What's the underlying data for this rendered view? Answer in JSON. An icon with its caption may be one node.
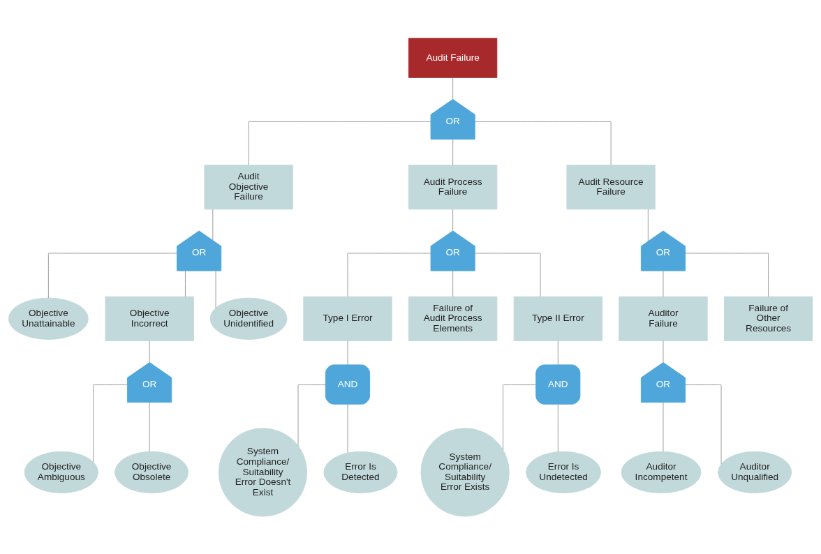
{
  "diagram": {
    "nodes": [
      {
        "text": [
          "Audit Failure"
        ]
      },
      {
        "text": [
          "OR"
        ]
      },
      {
        "text": [
          "Audit Objective Failure"
        ]
      },
      {
        "text": [
          "Audit Process Failure"
        ]
      },
      {
        "text": [
          "Audit Resource Failure"
        ]
      },
      {
        "text": [
          "OR"
        ]
      },
      {
        "text": [
          "OR"
        ]
      },
      {
        "text": [
          "OR"
        ]
      },
      {
        "text": [
          "Objective Unattainable"
        ]
      },
      {
        "text": [
          "Objective Incorrect"
        ]
      },
      {
        "text": [
          "Objective Unidentified"
        ]
      },
      {
        "text": [
          "Type I Error"
        ]
      },
      {
        "text": [
          "Failure of Audit Process Elements"
        ]
      },
      {
        "text": [
          "Type II Error"
        ]
      },
      {
        "text": [
          "Auditor Failure"
        ]
      },
      {
        "text": [
          "Failure of Other Resources"
        ]
      },
      {
        "text": [
          "OR"
        ]
      },
      {
        "text": [
          "AND"
        ]
      },
      {
        "text": [
          "AND"
        ]
      },
      {
        "text": [
          "OR"
        ]
      },
      {
        "text": [
          "System Compliance/ Suitability Error Doesn't Exist"
        ]
      },
      {
        "text": [
          "Error Is Detected"
        ]
      },
      {
        "text": [
          "System Compliance/ Suitability Error Exists"
        ]
      },
      {
        "text": [
          "Error Is Undetected"
        ]
      },
      {
        "text": [
          "Objective Ambiguous"
        ]
      },
      {
        "text": [
          "Objective Obsolete"
        ]
      },
      {
        "text": [
          "Auditor Incompetent"
        ]
      },
      {
        "text": [
          "Auditor Unqualified"
        ]
      }
    ],
    "edges": [
      {
        "from": 0,
        "to": 1,
        "arrow": "none"
      },
      {
        "from": 1,
        "to": 2,
        "arrow": "none"
      },
      {
        "from": 1,
        "to": 3,
        "arrow": "none"
      },
      {
        "from": 1,
        "to": 4,
        "arrow": "none"
      },
      {
        "from": 2,
        "to": 5,
        "arrow": "none"
      },
      {
        "from": 3,
        "to": 6,
        "arrow": "none"
      },
      {
        "from": 4,
        "to": 7,
        "arrow": "none"
      },
      {
        "from": 5,
        "to": 8,
        "arrow": "none"
      },
      {
        "from": 5,
        "to": 9,
        "arrow": "none"
      },
      {
        "from": 5,
        "to": 10,
        "arrow": "none"
      },
      {
        "from": 6,
        "to": 11,
        "arrow": "none"
      },
      {
        "from": 6,
        "to": 12,
        "arrow": "none"
      },
      {
        "from": 6,
        "to": 13,
        "arrow": "none"
      },
      {
        "from": 7,
        "to": 14,
        "arrow": "none"
      },
      {
        "from": 7,
        "to": 15,
        "arrow": "none"
      },
      {
        "from": 9,
        "to": 16,
        "arrow": "none"
      },
      {
        "from": 11,
        "to": 17,
        "arrow": "none"
      },
      {
        "from": 13,
        "to": 18,
        "arrow": "none"
      },
      {
        "from": 14,
        "to": 19,
        "arrow": "none"
      },
      {
        "from": 16,
        "to": 24,
        "arrow": "none"
      },
      {
        "from": 16,
        "to": 25,
        "arrow": "none"
      },
      {
        "from": 17,
        "to": 20,
        "arrow": "none"
      },
      {
        "from": 17,
        "to": 21,
        "arrow": "none"
      },
      {
        "from": 18,
        "to": 22,
        "arrow": "none"
      },
      {
        "from": 18,
        "to": 23,
        "arrow": "none"
      },
      {
        "from": 19,
        "to": 26,
        "arrow": "none"
      },
      {
        "from": 19,
        "to": 27,
        "arrow": "none"
      }
    ]
  }
}
